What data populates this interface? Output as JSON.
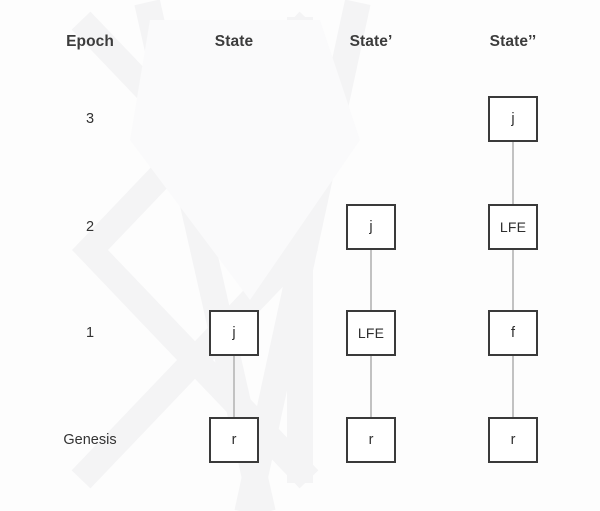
{
  "diagram": {
    "title": "Epoch state progression diagram",
    "background_color": "#fdfdfd",
    "box_border_color": "#3a3a3a",
    "connector_color": "#c2c2c2",
    "text_color": "#333333"
  },
  "columns": [
    {
      "key": "epoch",
      "label": "Epoch"
    },
    {
      "key": "state",
      "label": "State"
    },
    {
      "key": "state_prime",
      "label": "State’"
    },
    {
      "key": "state_double_prime",
      "label": "State’’"
    }
  ],
  "rows": [
    {
      "key": "epoch3",
      "label": "3"
    },
    {
      "key": "epoch2",
      "label": "2"
    },
    {
      "key": "epoch1",
      "label": "1"
    },
    {
      "key": "genesis",
      "label": "Genesis"
    }
  ],
  "nodes": {
    "state": {
      "epoch1": "j",
      "genesis": "r"
    },
    "state_prime": {
      "epoch2": "j",
      "epoch1": "LFE",
      "genesis": "r"
    },
    "state_double_prime": {
      "epoch3": "j",
      "epoch2": "LFE",
      "epoch1": "f",
      "genesis": "r"
    }
  }
}
